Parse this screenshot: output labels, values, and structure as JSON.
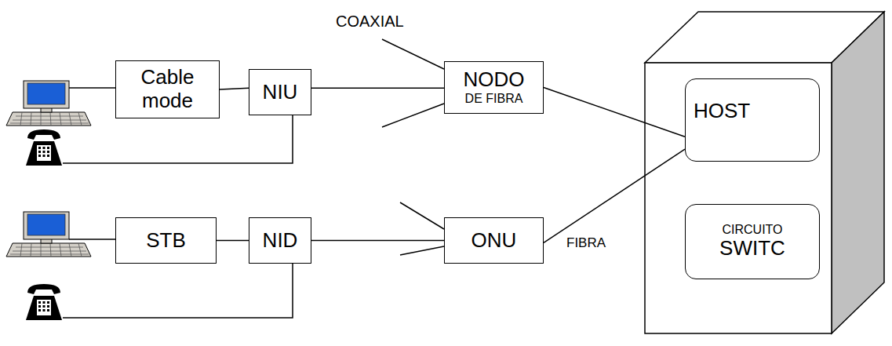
{
  "diagram": {
    "nodes": [
      {
        "text": [
          "Cable mode"
        ]
      },
      {
        "text": [
          "NIU"
        ]
      },
      {
        "text": [
          "NODO",
          "DE FIBRA"
        ]
      },
      {
        "text": [
          "HOST"
        ]
      },
      {
        "text": [
          "CIRCUITO",
          "SWITC"
        ]
      },
      {
        "text": [
          "STB"
        ]
      },
      {
        "text": [
          "NID"
        ]
      },
      {
        "text": [
          "ONU"
        ]
      }
    ],
    "edges": [
      {
        "from": 0,
        "to": 1,
        "arrow": "none"
      },
      {
        "from": 1,
        "to": 2,
        "arrow": "none"
      },
      {
        "from": 2,
        "to": 3,
        "arrow": "none"
      },
      {
        "from": 5,
        "to": 6,
        "arrow": "none"
      },
      {
        "from": 6,
        "to": 7,
        "arrow": "none"
      },
      {
        "from": 7,
        "to": 3,
        "arrow": "none"
      }
    ],
    "labels": [
      "COAXIAL",
      "FIBRA"
    ]
  }
}
